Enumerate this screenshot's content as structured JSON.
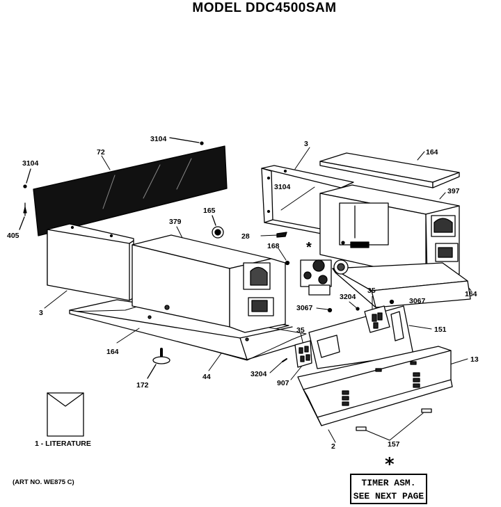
{
  "title": "MODEL DDC4500SAM",
  "parts": {
    "p3104_top": "3104",
    "p72": "72",
    "p3104_left": "3104",
    "p405": "405",
    "p3_top": "3",
    "p164_top": "164",
    "p3104_mid": "3104",
    "p397": "397",
    "p165": "165",
    "p379": "379",
    "p28": "28",
    "p168": "168",
    "p164_right": "164",
    "p3_left": "3",
    "p35_top": "35",
    "p3204_top": "3204",
    "p3067_right": "3067",
    "p3067_left": "3067",
    "p151": "151",
    "p35_mid": "35",
    "p164_left": "164",
    "p13": "13",
    "p172": "172",
    "p44": "44",
    "p3204_bottom": "3204",
    "p907": "907",
    "p2": "2",
    "p157": "157"
  },
  "literature_label": "1 - LITERATURE",
  "art_number": "(ART NO. WE875 C)",
  "star_symbol": "*",
  "note_line1": "TIMER ASM.",
  "note_line2": "SEE NEXT PAGE"
}
